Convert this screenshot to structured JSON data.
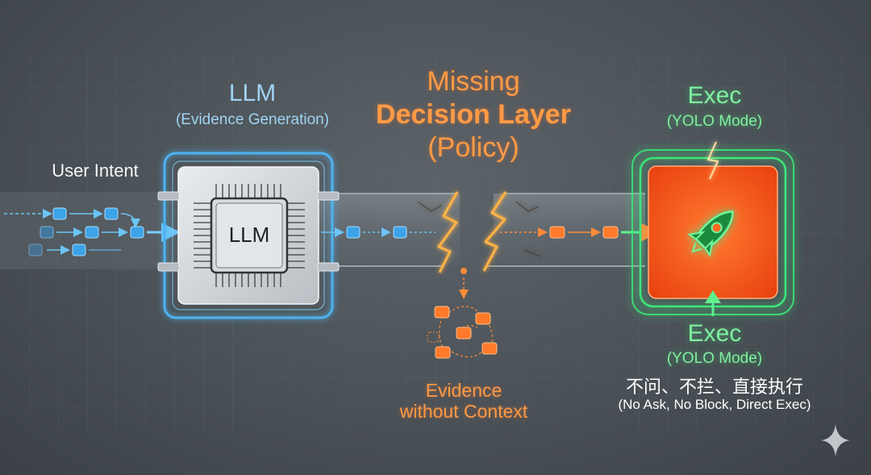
{
  "labels": {
    "user_intent": "User Intent",
    "llm_title": "LLM",
    "llm_subtitle": "(Evidence Generation)",
    "chip_label": "LLM",
    "missing_line1": "Missing",
    "missing_line2": "Decision Layer",
    "missing_line3": "(Policy)",
    "exec_top_title": "Exec",
    "exec_top_subtitle": "(YOLO Mode)",
    "exec_bottom_title": "Exec",
    "exec_bottom_subtitle": "(YOLO Mode)",
    "exec_chinese": "不问、不拦、直接执行",
    "exec_english": "(No Ask, No Block, Direct Exec)",
    "evidence_line1": "Evidence",
    "evidence_line2": "without Context"
  },
  "icons": {
    "chip": "cpu-chip-icon",
    "rocket": "rocket-icon",
    "sparkle": "sparkle-watermark-icon"
  },
  "colors": {
    "background": "#4a5157",
    "blue_accent": "#4db3f0",
    "orange_accent": "#ff7a2a",
    "green_accent": "#3ee67a",
    "exec_box": "#ff5a1c"
  }
}
